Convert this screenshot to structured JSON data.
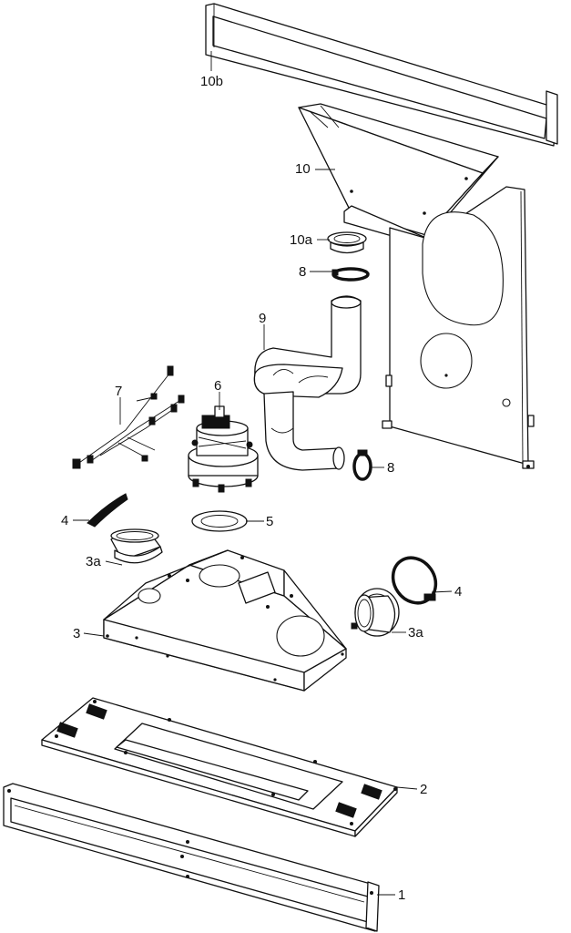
{
  "diagram": {
    "labels": {
      "p1": "1",
      "p2": "2",
      "p3": "3",
      "p3a_left": "3a",
      "p3a_right": "3a",
      "p4_left": "4",
      "p4_right": "4",
      "p5": "5",
      "p6": "6",
      "p7": "7",
      "p8_top": "8",
      "p8_right": "8",
      "p9": "9",
      "p10": "10",
      "p10a": "10a",
      "p10b": "10b"
    }
  }
}
